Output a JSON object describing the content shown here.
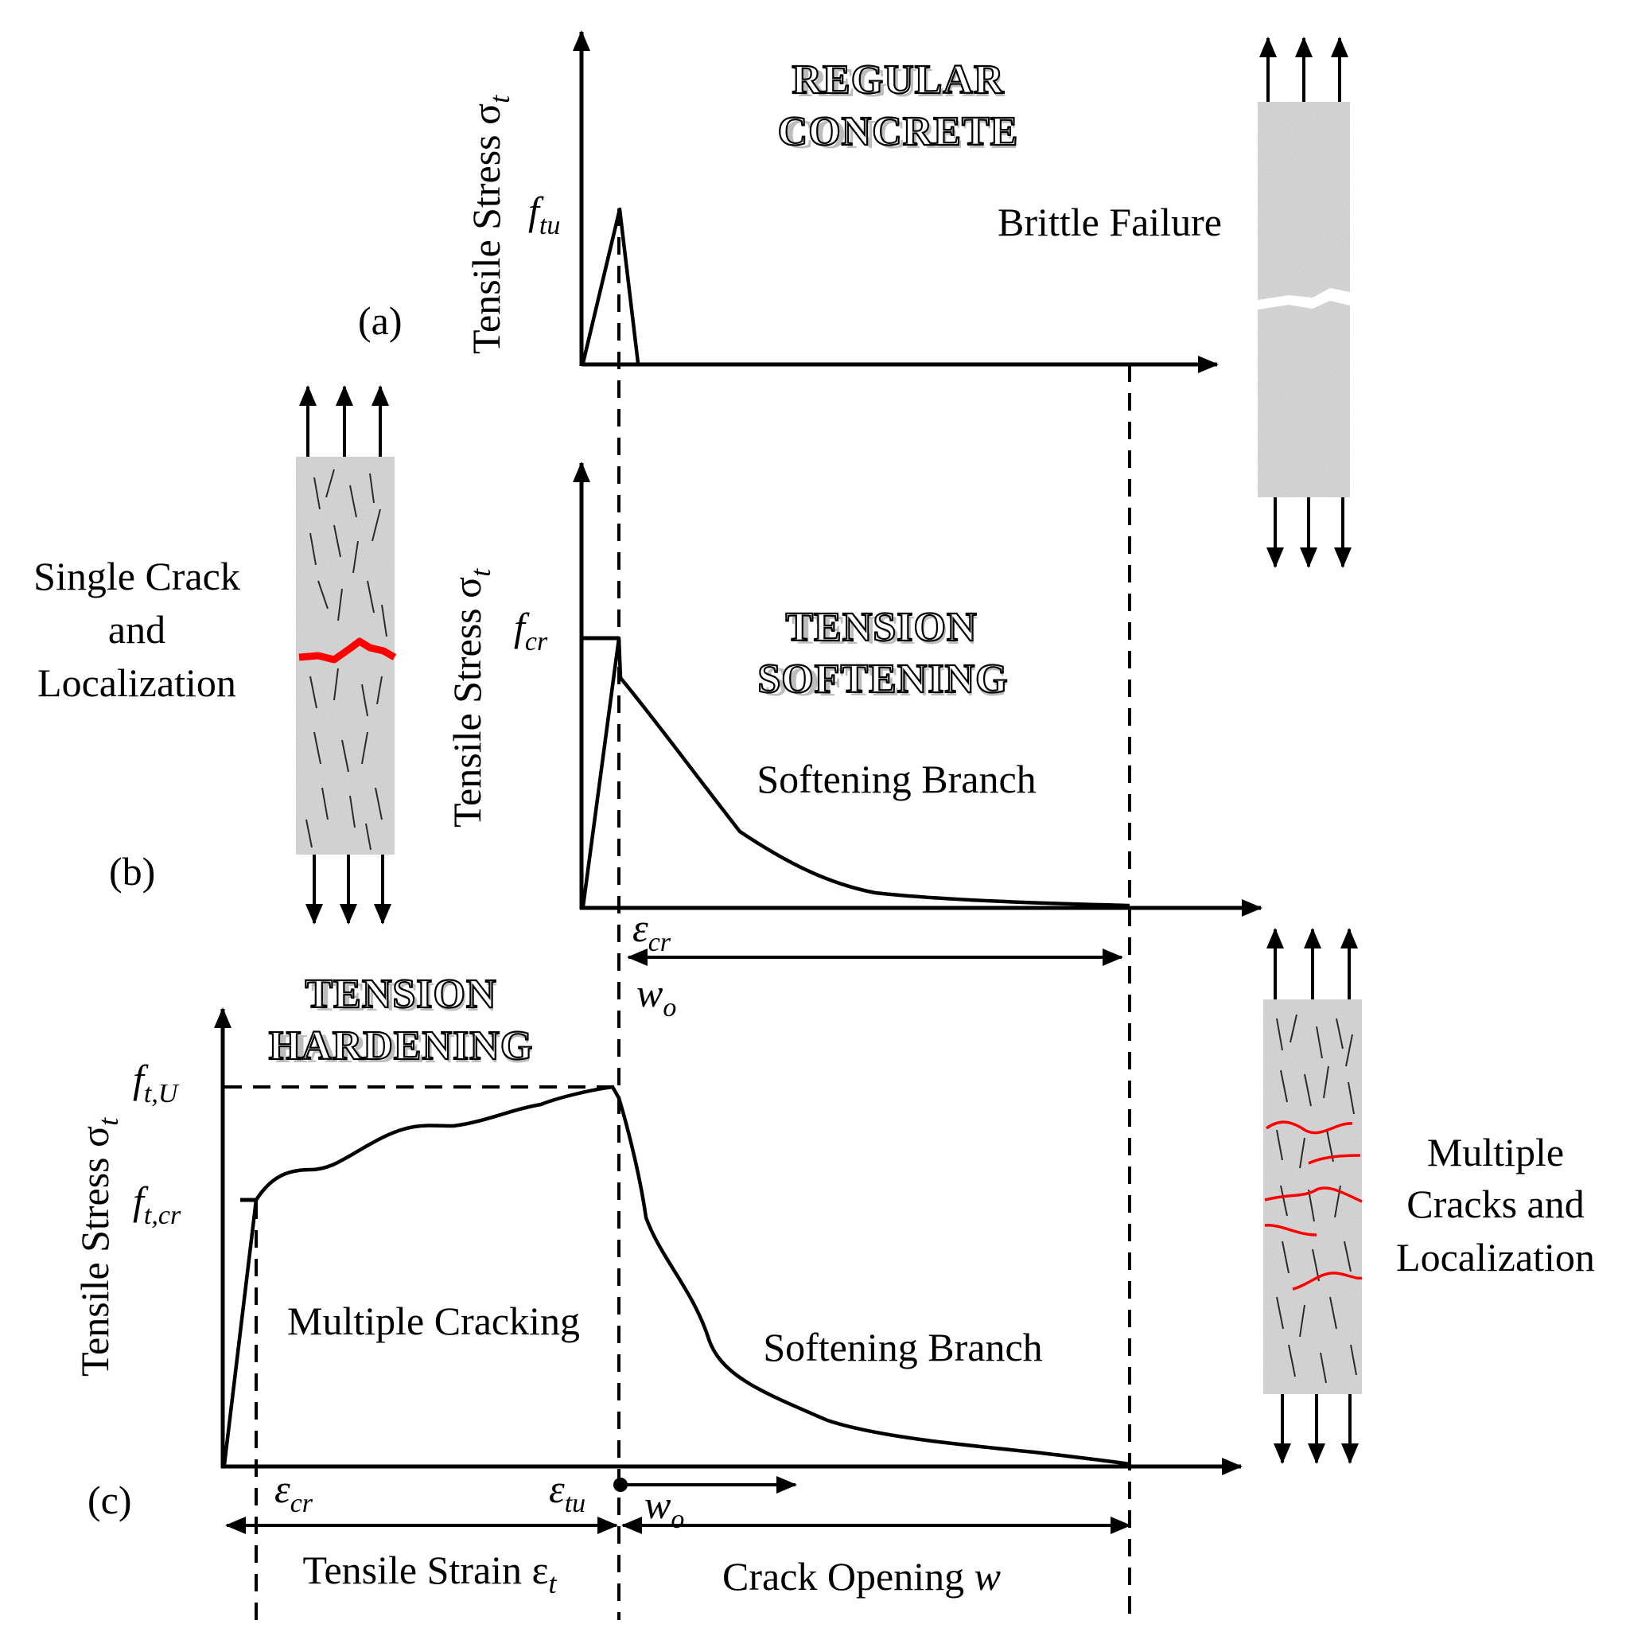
{
  "panel_a": {
    "tag": "(a)",
    "title_line1": "REGULAR",
    "title_line2": "CONCRETE",
    "y_axis_label": "Tensile Stress σ",
    "y_axis_sub": "t",
    "peak_label": "f",
    "peak_sub": "tu",
    "note": "Brittle Failure"
  },
  "panel_b": {
    "tag": "(b)",
    "title_line1": "TENSION",
    "title_line2": "SOFTENING",
    "y_axis_label": "Tensile Stress σ",
    "y_axis_sub": "t",
    "peak_label": "f",
    "peak_sub": "cr",
    "branch_label": "Softening Branch",
    "strain_label": "ε",
    "strain_sub": "cr",
    "opening_label": "w",
    "opening_sub": "o",
    "specimen_caption": [
      "Single Crack",
      "and",
      "Localization"
    ]
  },
  "panel_c": {
    "tag": "(c)",
    "title_line1": "TENSION",
    "title_line2": "HARDENING",
    "y_axis_label": "Tensile Stress σ",
    "y_axis_sub": "t",
    "ultimate_label": "f",
    "ultimate_sub": "t,U",
    "crack_label": "f",
    "crack_sub": "t,cr",
    "cracking_label": "Multiple Cracking",
    "branch_label": "Softening Branch",
    "strain_cr_label": "ε",
    "strain_cr_sub": "cr",
    "strain_tu_label": "ε",
    "strain_tu_sub": "tu",
    "opening_label": "w",
    "opening_sub": "o",
    "strain_axis_label": "Tensile Strain ε",
    "strain_axis_sub": "t",
    "crack_axis_label": "Crack Opening ",
    "crack_axis_var": "w",
    "specimen_caption": [
      "Multiple",
      "Cracks and",
      "Localization"
    ]
  },
  "colors": {
    "line": "#000000",
    "crack": "#ff0000",
    "specimen": "#d9d9d9"
  }
}
